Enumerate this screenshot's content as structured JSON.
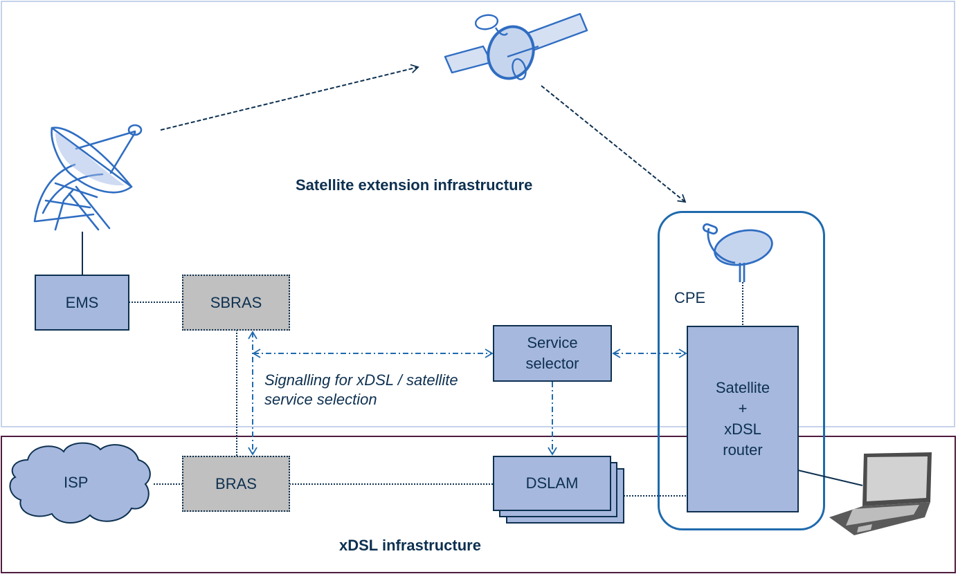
{
  "regions": {
    "satellite": {
      "title": "Satellite extension infrastructure",
      "border_color": "#c5d2ea"
    },
    "xdsl": {
      "title": "xDSL infrastructure",
      "border_color": "#4e1c3e"
    }
  },
  "nodes": {
    "ems": {
      "label": "EMS",
      "style": "blue"
    },
    "sbras": {
      "label": "SBRAS",
      "style": "grey"
    },
    "isp": {
      "label": "ISP",
      "style": "cloud"
    },
    "bras": {
      "label": "BRAS",
      "style": "grey"
    },
    "service_selector": {
      "label_line1": "Service",
      "label_line2": "selector",
      "style": "blue"
    },
    "dslam": {
      "label": "DSLAM",
      "style": "blue-stacked"
    },
    "router": {
      "label_line1": "Satellite",
      "label_line2": "+",
      "label_line3": "xDSL",
      "label_line4": "router",
      "style": "blue"
    },
    "cpe": {
      "label": "CPE"
    }
  },
  "annotations": {
    "signalling_line1": "Signalling for xDSL / satellite",
    "signalling_line2": "service selection"
  },
  "icons": {
    "ground_station": "satellite-ground-station-icon",
    "satellite": "satellite-icon",
    "cpe_dish": "satellite-dish-icon",
    "laptop": "laptop-icon"
  },
  "colors": {
    "node_fill": "#a6b8de",
    "node_border": "#0d3050",
    "grey_fill": "#c0c0c0",
    "signal_arrow": "#1f6aad",
    "cpe_frame": "#1f6aad"
  }
}
